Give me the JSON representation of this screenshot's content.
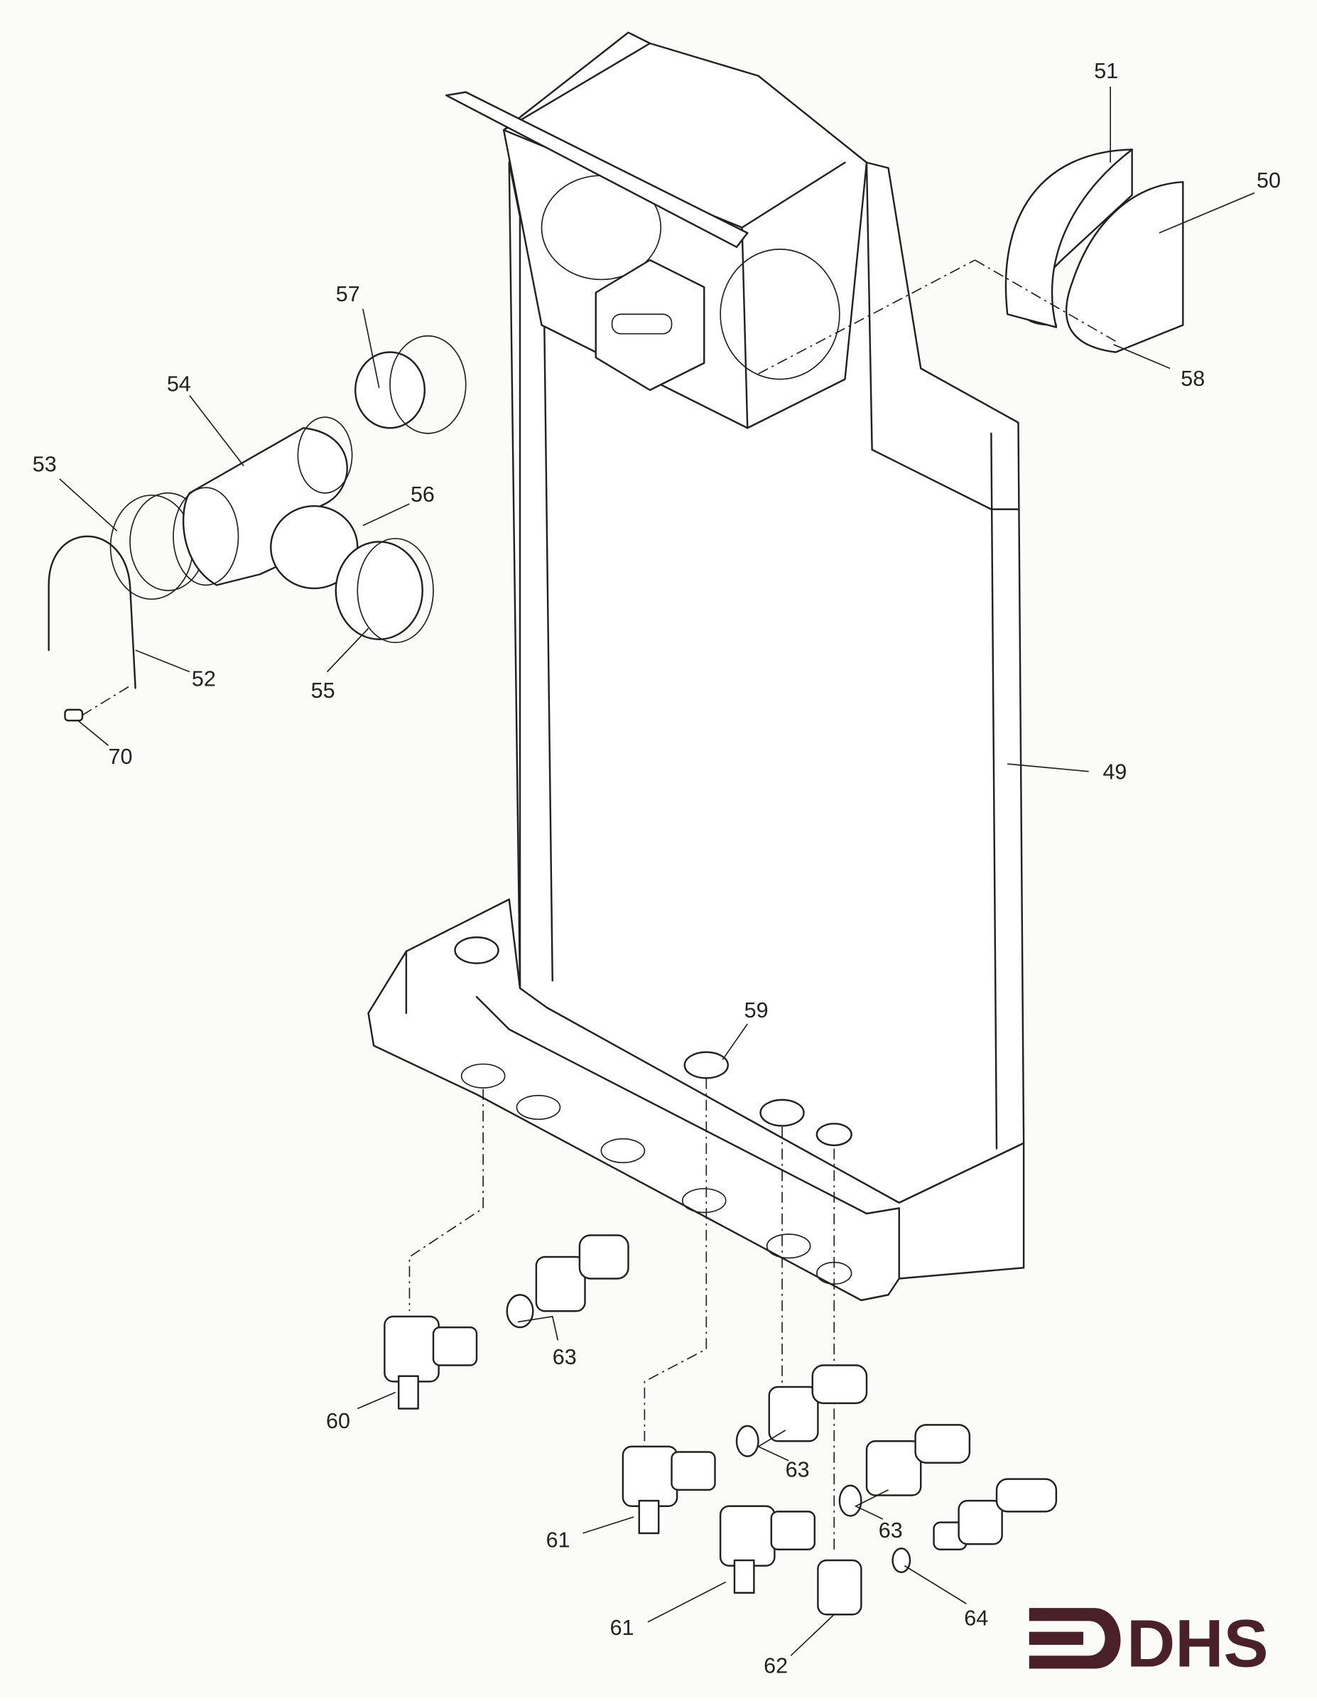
{
  "diagram": {
    "title": "Exploded parts view - boiler frame and connections",
    "logo": "DHS",
    "colors": {
      "line": "#222222",
      "logo": "#4a2128",
      "background": "#fbfbfa"
    },
    "labels": {
      "p49": "49",
      "p50": "50",
      "p51": "51",
      "p52": "52",
      "p53": "53",
      "p54": "54",
      "p55": "55",
      "p56": "56",
      "p57": "57",
      "p58": "58",
      "p59": "59",
      "p60": "60",
      "p61a": "61",
      "p61b": "61",
      "p62": "62",
      "p63a": "63",
      "p63b": "63",
      "p63c": "63",
      "p64": "64",
      "p70": "70"
    }
  }
}
